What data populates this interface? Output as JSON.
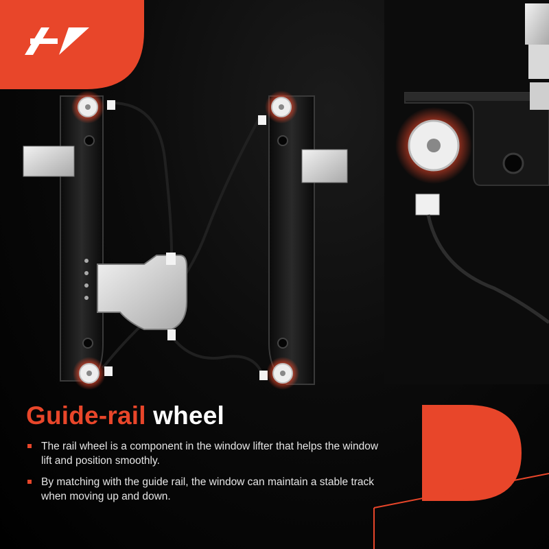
{
  "brand": {
    "logo_icon": "ap-logo-icon",
    "accent_color": "#e8462a"
  },
  "heading": {
    "accent_text": "Guide-rail",
    "rest_text": " wheel"
  },
  "bullets": [
    {
      "icon": "red-square-bullet-icon",
      "text": "The rail wheel is a component in the window lifter that helps the window lift and position smoothly."
    },
    {
      "icon": "red-square-bullet-icon",
      "text": "By matching with the guide rail, the window can maintain a stable track when moving up and down."
    }
  ],
  "images": {
    "product": "window-regulator-product-image",
    "detail": "guide-rail-wheel-closeup-image",
    "corner_icon": "brand-d-shape-icon"
  }
}
